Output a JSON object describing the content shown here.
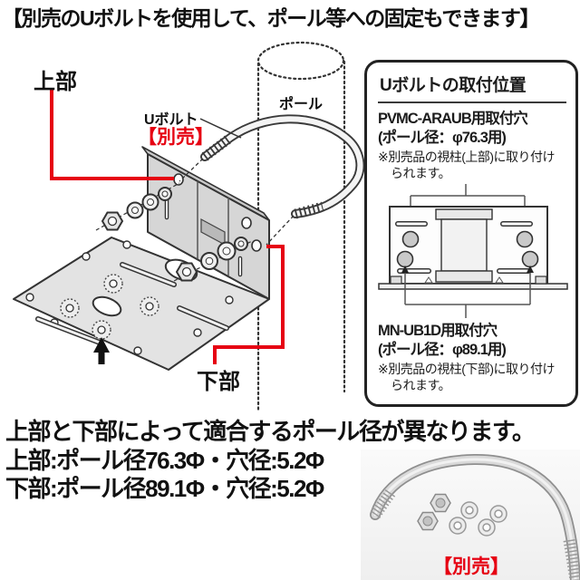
{
  "header": {
    "title": "【別売のUボルトを使用して、ポール等への固定もできます】"
  },
  "diagram": {
    "label_top_part": "上部",
    "label_u_bolt": "Uボルト",
    "label_sold_separately": "【別売】",
    "label_pole": "ポール",
    "label_bottom_part": "下部"
  },
  "info_panel": {
    "title": "Uボルトの取付位置",
    "upper_section": {
      "heading": "PVMC-ARAUB用取付穴",
      "pole_size": "(ポール径：φ76.3用)",
      "note": "※別売品の視柱(上部)に取り付けられます。"
    },
    "lower_section": {
      "heading": "MN-UB1D用取付穴",
      "pole_size": "(ポール径：φ89.1用)",
      "note": "※別売品の視柱(下部)に取り付けられます。"
    }
  },
  "specs": {
    "line1": "上部と下部によって適合するポール径が異なります。",
    "line2": "上部:ポール径76.3Φ・穴径:5.2Φ",
    "line3": "下部:ポール径89.1Φ・穴径:5.2Φ"
  },
  "photo": {
    "caption": "【別売】"
  },
  "colors": {
    "accent_red": "#e60012",
    "line_color": "#333333",
    "text_color": "#1c1c1c"
  }
}
